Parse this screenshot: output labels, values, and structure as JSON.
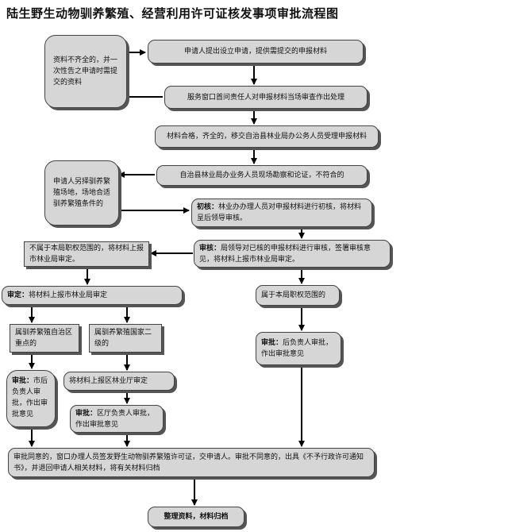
{
  "title": "陆生野生动物驯养繁殖、经营利用许可证核发事项审批流程图",
  "boxes": {
    "incomplete": "资料不齐全的，并一次性告之申请时需提交的资料",
    "apply": "申请人提出设立申请，提供需提交的申报材料",
    "window": "服务窗口首问责任人对申报材料当场审查作出处理",
    "accept": "材料合格，齐全的，移交自治县林业局办公务人员受理申报材料",
    "survey": "自治县林业局办业务人员现场勘察和论证，不符合的",
    "rechoose": "申请人另择驯养繁殖场地，场地合适驯养繁殖条件的",
    "prelim_label": "初核：",
    "prelim_text": "林业办办理人员对申报材料进行初核，将材料呈后领导审核。",
    "review_label": "审核：",
    "review_text": "局领导对已核的申报材料进行审核，签署审核意见，将材料上报市林业局审定。",
    "not_scope": "不属于本局职权范围的，将材料上报市林业局审定。",
    "audit_label": "审定：",
    "audit_text": "将材料上报市林业局审定",
    "in_scope": "属于本局职权范围的",
    "local_label": "审批：",
    "local_text": "后负责人审批，作出审批意见",
    "auto_region": "属驯养繁殖自治区重点的",
    "national": "属驯养繁殖国家二级的",
    "city_label": "审批：",
    "city_text": "市后负责人审批，作出审批意见",
    "provincial": "将材料上报区林业厅审定",
    "prov_label": "审批：",
    "prov_text": "区厅负责人审批，作出审批意见",
    "result": "审批同意的，窗口办理人员签发野生动物驯养繁殖许可证，交申请人。审批不同意的，出具《不予行政许可通知书》，并退回申请人相关材料，将有关材料归档",
    "archive": "整理资料，材料归档"
  },
  "colors": {
    "box": "#d6d6d6",
    "border": "#444444",
    "line": "#000000"
  }
}
